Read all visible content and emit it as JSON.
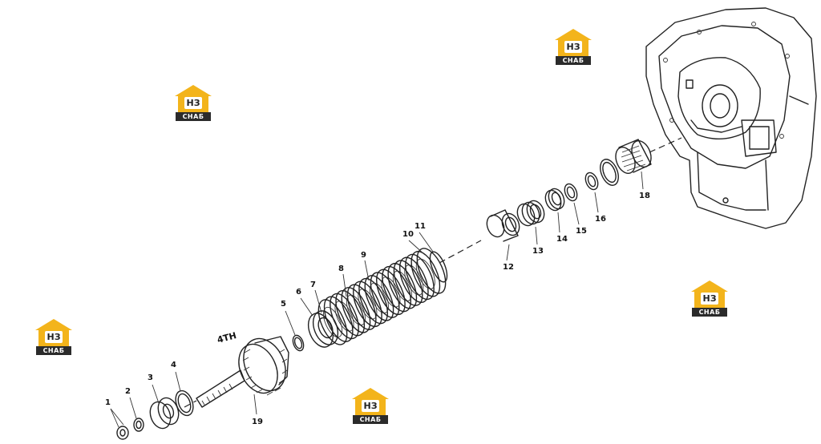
{
  "section_label": "4TH",
  "part_numbers": [
    "1",
    "2",
    "3",
    "4",
    "5",
    "6",
    "7",
    "8",
    "9",
    "10",
    "11",
    "12",
    "13",
    "14",
    "15",
    "16",
    "18",
    "19"
  ],
  "watermark": {
    "top": "НЗ",
    "bottom": "СНАБ"
  },
  "colors": {
    "watermark_yellow": "#f3b41b",
    "watermark_dark": "#2b2b2b",
    "line": "#222222"
  }
}
